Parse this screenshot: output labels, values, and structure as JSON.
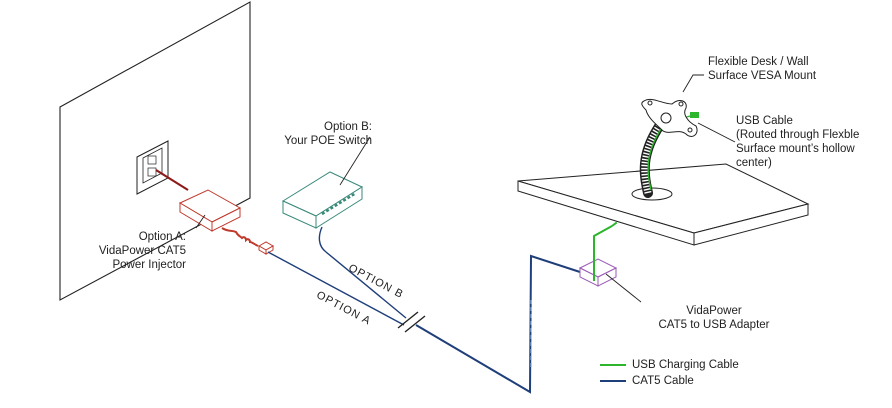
{
  "labels": {
    "option_a": [
      "Option A:",
      "VidaPower CAT5",
      "Power Injector"
    ],
    "option_b": [
      "Option B:",
      "Your POE Switch"
    ],
    "mount": [
      "Flexible Desk / Wall",
      "Surface VESA Mount"
    ],
    "usb_cable": [
      "USB Cable",
      "(Routed through Flexble",
      "Surface mount’s hollow",
      "center)"
    ],
    "adapter": [
      "VidaPower",
      "CAT5 to USB Adapter"
    ],
    "cable_option_a": "OPTION  A",
    "cable_option_b": "OPTION  B"
  },
  "legend": [
    {
      "label": "USB Charging Cable",
      "color": "#2db52d"
    },
    {
      "label": "CAT5 Cable",
      "color": "#1f3f7a"
    }
  ],
  "colors": {
    "cat5": "#1f3f7a",
    "usb": "#2db52d",
    "power_injector": "#c0392b",
    "poe_switch": "#3a8a7a",
    "adapter": "#9b59b6",
    "outline": "#222222"
  }
}
